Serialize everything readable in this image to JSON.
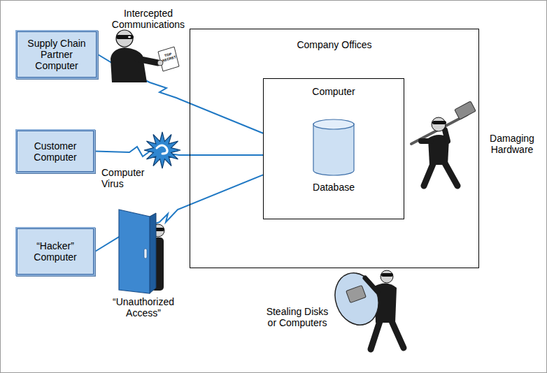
{
  "diagram": {
    "nodes": [
      {
        "text": [
          "Supply Chain Partner Computer"
        ]
      },
      {
        "text": [
          "Customer Computer"
        ]
      },
      {
        "text": [
          "“Hacker” Computer"
        ]
      },
      {
        "text": [
          "Company Offices"
        ]
      },
      {
        "text": [
          "Computer"
        ],
        "in": 3
      },
      {
        "text": [
          "Database"
        ],
        "in": 4
      }
    ],
    "edges": [
      {
        "from": 0,
        "to": 4,
        "arrow": "none"
      },
      {
        "from": 1,
        "to": 4,
        "arrow": "none"
      },
      {
        "from": 2,
        "to": 4,
        "arrow": "none"
      }
    ],
    "labels": [
      "Intercepted Communications",
      "TOP SECRET",
      "Damaging Hardware",
      "Computer Virus",
      "“Unauthorized Access”",
      "Stealing Disks or Computers"
    ]
  }
}
